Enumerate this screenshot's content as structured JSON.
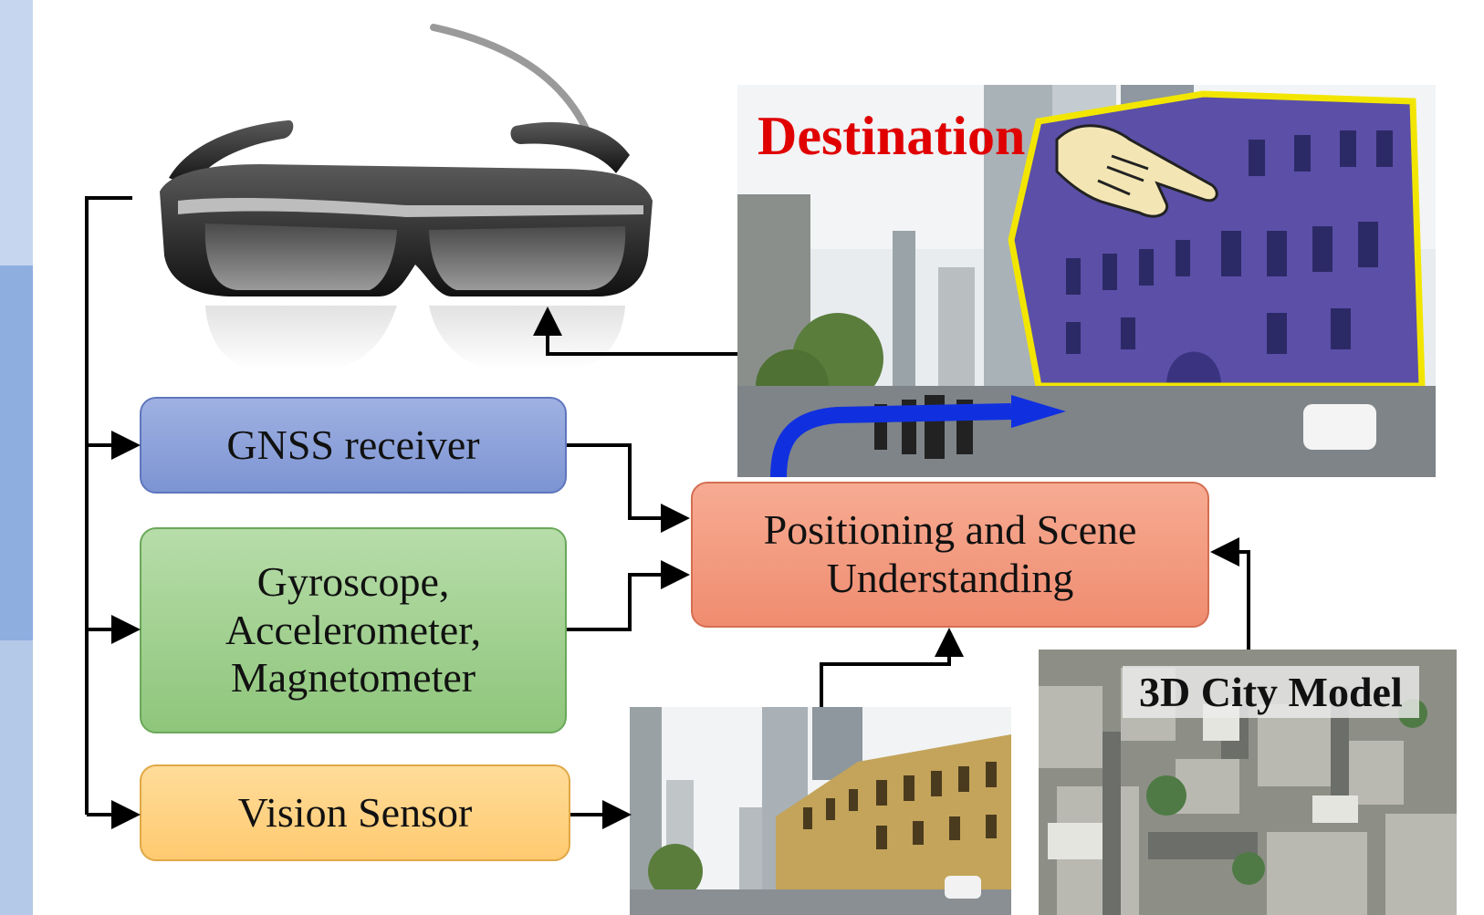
{
  "nodes": {
    "gnss": {
      "label": "GNSS receiver",
      "color": "#8aa0da"
    },
    "imu": {
      "lines": [
        "Gyroscope,",
        "Accelerometer,",
        "Magnetometer"
      ],
      "color": "#a3d293"
    },
    "vision": {
      "label": "Vision Sensor",
      "color": "#ffd283"
    },
    "positioning": {
      "lines": [
        "Positioning and Scene",
        "Understanding"
      ],
      "color": "#f39c81"
    }
  },
  "images": {
    "glasses": {
      "icon": "smart-glasses"
    },
    "destination_view": {
      "label": "Destination",
      "label_color": "#e00000",
      "highlight_color": "#f2e600",
      "route_arrow_color": "#1030e0",
      "icon": "pointing-hand-icon"
    },
    "camera_view": {
      "icon": "street-photo"
    },
    "city_model": {
      "label": "3D City Model",
      "icon": "aerial-city-photo"
    }
  }
}
